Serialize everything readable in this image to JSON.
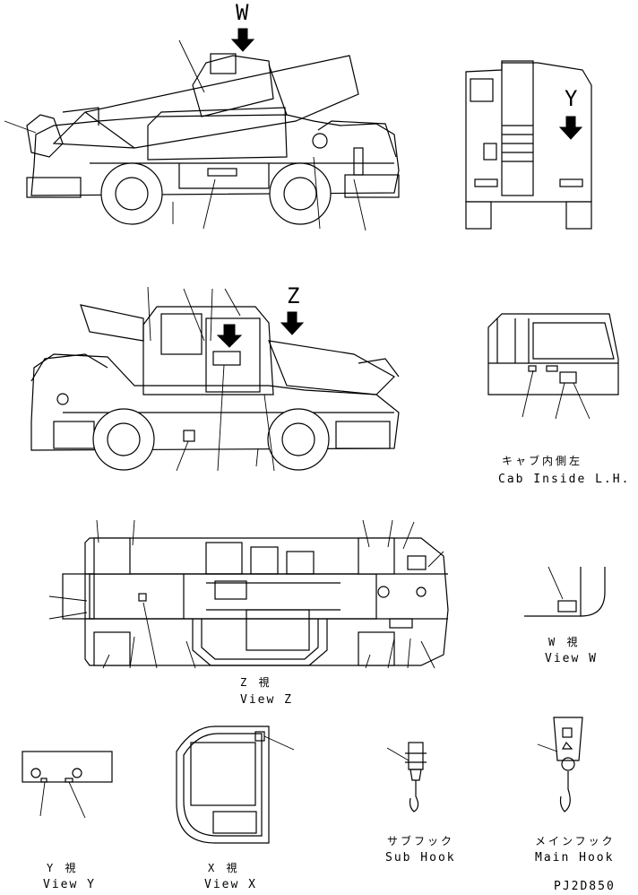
{
  "view_markers": {
    "w": "W",
    "y": "Y",
    "z": "Z"
  },
  "captions": {
    "cab_inside_jp": "キャブ内側左",
    "cab_inside_en": "Cab Inside L.H.",
    "view_w_jp": "W 視",
    "view_w_en": "View W",
    "view_z_jp": "Z 視",
    "view_z_en": "View Z",
    "view_y_jp": "Y 視",
    "view_y_en": "View Y",
    "view_x_jp": "X 視",
    "view_x_en": "View X",
    "sub_hook_jp": "サブフック",
    "sub_hook_en": "Sub Hook",
    "main_hook_jp": "メインフック",
    "main_hook_en": "Main Hook"
  },
  "drawing_code": "PJ2D850"
}
